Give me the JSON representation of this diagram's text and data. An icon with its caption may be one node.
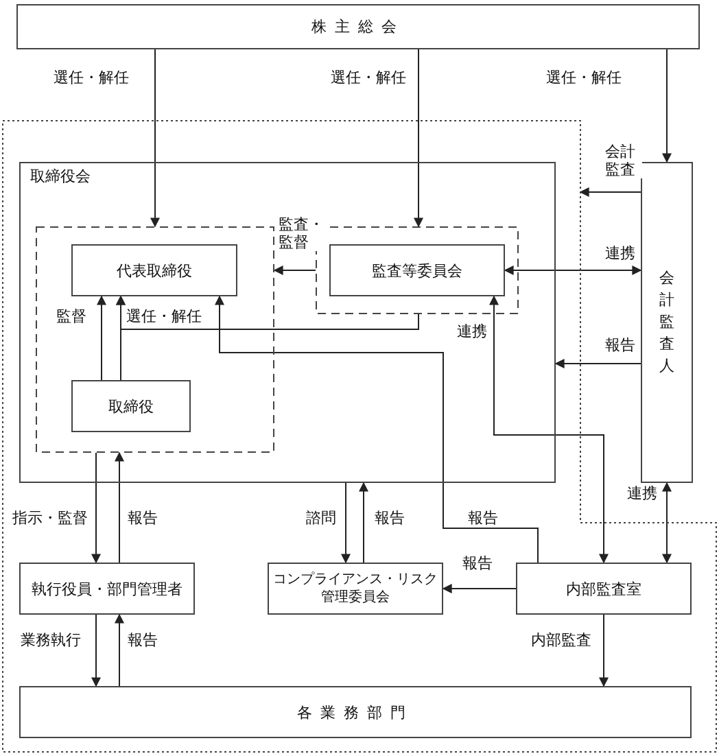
{
  "diagram": {
    "nodes": [
      {
        "text": [
          "株主総会"
        ]
      },
      {
        "text": [],
        "shape": "box"
      },
      {
        "text": [
          "取締役会"
        ],
        "in": 1
      },
      {
        "text": [],
        "shape": "box",
        "in": 2
      },
      {
        "text": [
          "代表取締役"
        ],
        "in": 3
      },
      {
        "text": [
          "取締役"
        ],
        "in": 3
      },
      {
        "text": [],
        "shape": "box",
        "in": 2
      },
      {
        "text": [
          "監査等委員会"
        ],
        "in": 6
      },
      {
        "text": [
          "会計監査人"
        ]
      },
      {
        "text": [
          "執行役員・部門管理者"
        ],
        "in": 1
      },
      {
        "text": [
          "コンプライアンス・リスク管理委員会"
        ],
        "in": 1
      },
      {
        "text": [
          "内部監査室"
        ],
        "in": 1
      },
      {
        "text": [
          "各業務部門"
        ],
        "in": 1
      }
    ],
    "edges": [
      {
        "from": 0,
        "to": 3,
        "arrow": "to",
        "label": "選任・解任"
      },
      {
        "from": 0,
        "to": 6,
        "arrow": "to",
        "label": "選任・解任"
      },
      {
        "from": 0,
        "to": 8,
        "arrow": "to",
        "label": "選任・解任"
      },
      {
        "from": 6,
        "to": 3,
        "arrow": "to",
        "label": "監査・監督"
      },
      {
        "from": 5,
        "to": 4,
        "arrow": "to",
        "label": "監督"
      },
      {
        "from": 5,
        "to": 4,
        "arrow": "to",
        "label": "選任・解任"
      },
      {
        "from": 6,
        "to": 4,
        "arrow": "to"
      },
      {
        "from": 11,
        "to": 4,
        "arrow": "to",
        "label": "報告"
      },
      {
        "from": 7,
        "to": 8,
        "arrow": "both",
        "label": "連携"
      },
      {
        "from": 8,
        "to": 1,
        "arrow": "to",
        "label": "会計監査"
      },
      {
        "from": 8,
        "to": 2,
        "arrow": "to",
        "label": "報告"
      },
      {
        "from": 11,
        "to": 7,
        "arrow": "both",
        "label": "連携"
      },
      {
        "from": 8,
        "to": 11,
        "arrow": "both",
        "label": "連携"
      },
      {
        "from": 3,
        "to": 9,
        "arrow": "to",
        "label": "指示・監督"
      },
      {
        "from": 9,
        "to": 3,
        "arrow": "to",
        "label": "報告"
      },
      {
        "from": 2,
        "to": 10,
        "arrow": "to",
        "label": "諮問"
      },
      {
        "from": 10,
        "to": 2,
        "arrow": "to",
        "label": "報告"
      },
      {
        "from": 11,
        "to": 10,
        "arrow": "to",
        "label": "報告"
      },
      {
        "from": 9,
        "to": 12,
        "arrow": "to",
        "label": "業務執行"
      },
      {
        "from": 12,
        "to": 9,
        "arrow": "to",
        "label": "報告"
      },
      {
        "from": 11,
        "to": 12,
        "arrow": "to",
        "label": "内部監査"
      }
    ]
  }
}
